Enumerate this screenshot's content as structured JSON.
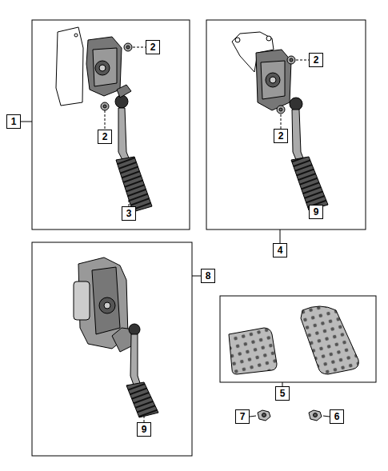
{
  "diagram": {
    "nodes": [
      {
        "text": [
          "1"
        ]
      },
      {
        "text": [
          "2"
        ]
      },
      {
        "text": [
          "2"
        ]
      },
      {
        "text": [
          "3"
        ]
      },
      {
        "text": [
          "2"
        ]
      },
      {
        "text": [
          "2"
        ]
      },
      {
        "text": [
          "9"
        ]
      },
      {
        "text": [
          "4"
        ]
      },
      {
        "text": [
          "8"
        ]
      },
      {
        "text": [
          "9"
        ]
      },
      {
        "text": [
          "5"
        ]
      },
      {
        "text": [
          "7"
        ]
      },
      {
        "text": [
          "6"
        ]
      }
    ]
  }
}
